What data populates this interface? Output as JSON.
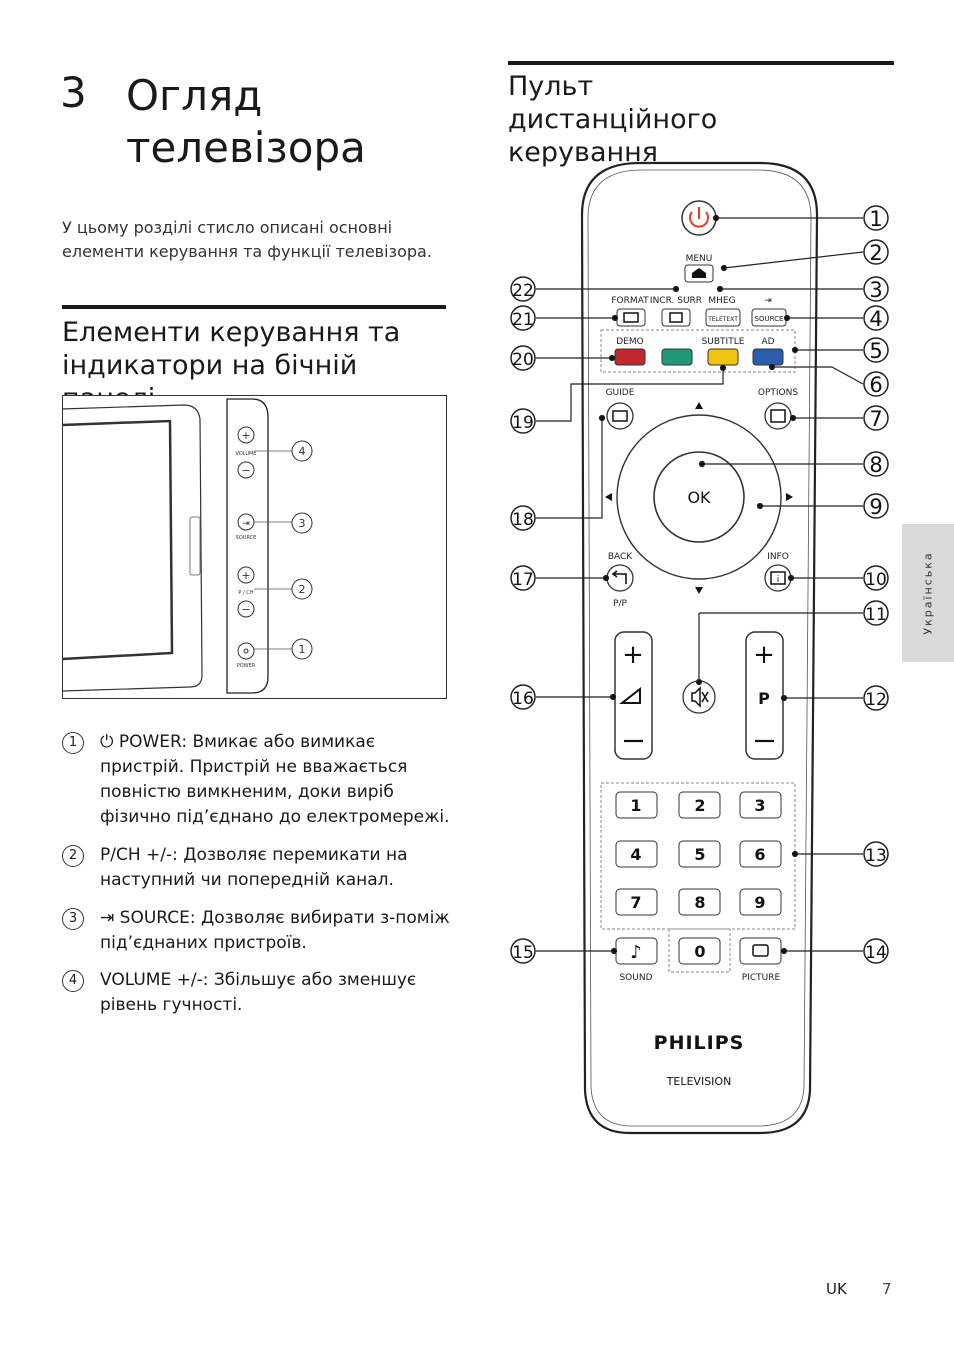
{
  "chapter": {
    "number": "3",
    "title": "Огляд телевізора",
    "intro": "У цьому розділі стисло описані основні елементи керування та функції телевізора."
  },
  "side_panel": {
    "heading": "Елементи керування та індикатори на бічній панелі",
    "labels": {
      "volume": "VOLUME",
      "source": "SOURCE",
      "pch": "P / CH",
      "power": "POWER"
    },
    "callouts": [
      "4",
      "3",
      "2",
      "1"
    ],
    "items": [
      {
        "num": "1",
        "text": "POWER: Вмикає або вимикає пристрій. Пристрій не вважається повністю вимкненим, доки виріб фізично під’єднано до електромережі."
      },
      {
        "num": "2",
        "text": "P/CH +/-: Дозволяє перемикати на наступний чи попередній канал."
      },
      {
        "num": "3",
        "text": "SOURCE: Дозволяє вибирати з-поміж під’єднаних пристроїв."
      },
      {
        "num": "4",
        "text": "VOLUME +/-: Збільшує або зменшує рівень гучності."
      }
    ]
  },
  "remote": {
    "heading": "Пульт дистанційного керування",
    "labels": {
      "menu": "MENU",
      "format": "FORMAT",
      "incr_surr": "INCR. SURR",
      "mheg": "MHEG",
      "teletext": "TELETEXT",
      "source": "SOURCE",
      "demo": "DEMO",
      "subtitle": "SUBTITLE",
      "ad": "AD",
      "guide": "GUIDE",
      "options": "OPTIONS",
      "ok": "OK",
      "back": "BACK",
      "info": "INFO",
      "pp": "P/P",
      "p": "P",
      "sound": "SOUND",
      "picture": "PICTURE",
      "brand": "PHILIPS",
      "sub_brand": "TELEVISION"
    },
    "keys": [
      "1",
      "2",
      "3",
      "4",
      "5",
      "6",
      "7",
      "8",
      "9",
      "0"
    ],
    "callouts_right": [
      "1",
      "2",
      "3",
      "4",
      "5",
      "6",
      "7",
      "8",
      "9",
      "10",
      "11",
      "12",
      "13",
      "14"
    ],
    "callouts_left": [
      "22",
      "21",
      "20",
      "19",
      "18",
      "17",
      "16",
      "15"
    ],
    "colors": {
      "red": "#c0282d",
      "green": "#1f9a78",
      "yellow": "#f1c40f",
      "blue": "#2a5db0",
      "power": "#e23c2b"
    }
  },
  "sidebar_tab": "Українська",
  "footer": {
    "lang": "UK",
    "page": "7"
  }
}
